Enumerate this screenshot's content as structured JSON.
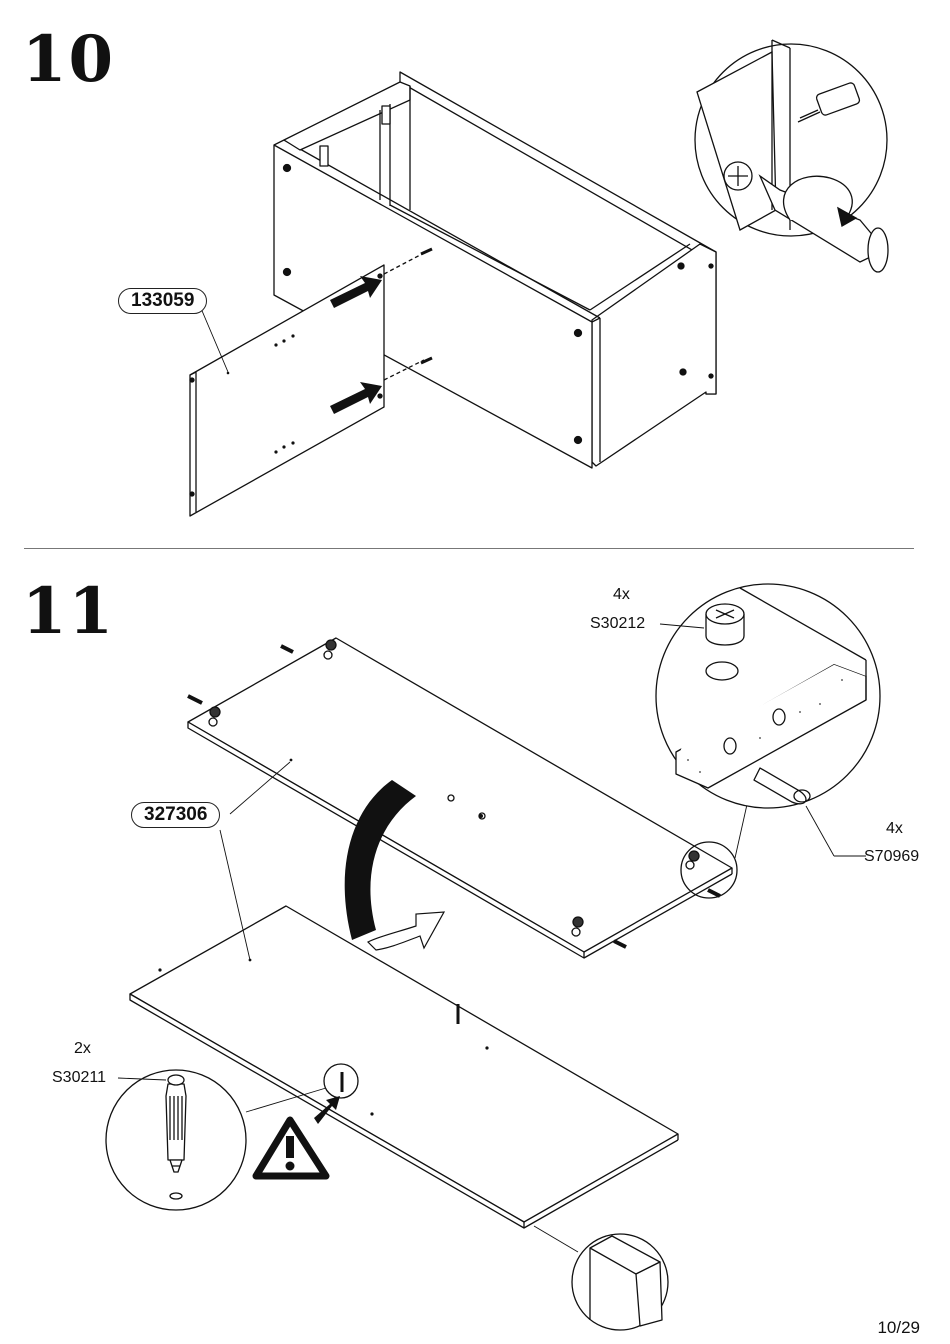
{
  "step10": {
    "number": "10",
    "part_code": "133059"
  },
  "step11": {
    "number": "11",
    "part_code": "327306",
    "cam_lock": {
      "qty": "4x",
      "code": "S30212"
    },
    "dowel": {
      "qty": "4x",
      "code": "S70969"
    },
    "cam_bolt": {
      "qty": "2x",
      "code": "S30211"
    }
  },
  "footer": {
    "page": "10/29"
  },
  "icons": [
    "arrow-right-icon",
    "curved-flip-arrow-icon",
    "warning-icon",
    "screwdriver-icon"
  ]
}
